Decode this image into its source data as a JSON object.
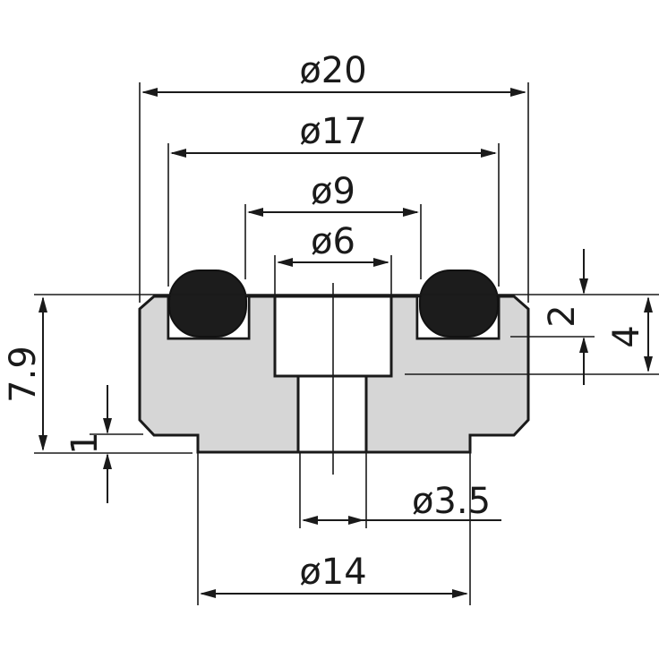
{
  "drawing": {
    "dimensions": {
      "outer_diameter": "ø20",
      "groove_outer_diameter": "ø17",
      "groove_inner_diameter": "ø9",
      "counterbore_diameter": "ø6",
      "bore_diameter": "ø3.5",
      "base_diameter": "ø14",
      "total_height": "7.9",
      "step_height": "1",
      "groove_depth": "2",
      "counterbore_depth": "4"
    }
  }
}
